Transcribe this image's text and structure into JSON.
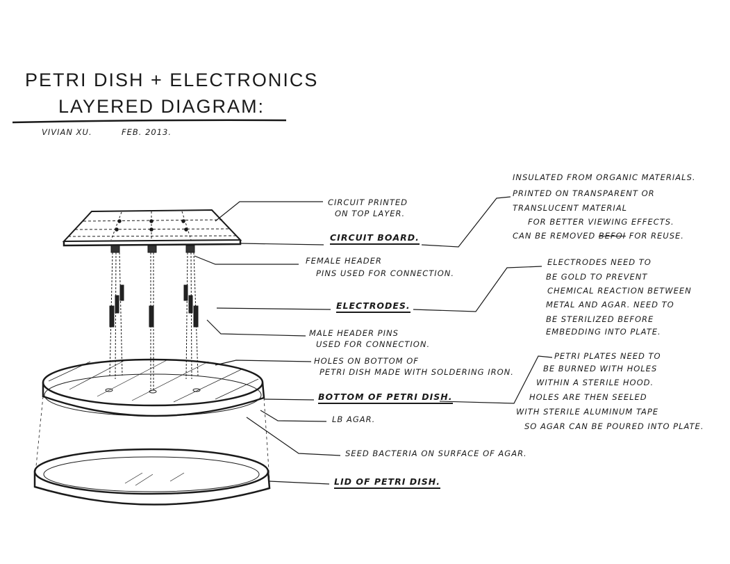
{
  "title": {
    "line1": "PETRI DISH + ELECTRONICS",
    "line2": "LAYERED DIAGRAM:"
  },
  "author": "VIVIAN XU.",
  "date": "FEB. 2013.",
  "labels": {
    "circuit_printed": [
      "CIRCUIT PRINTED",
      "ON TOP LAYER."
    ],
    "circuit_board": "CIRCUIT BOARD.",
    "female_header": [
      "FEMALE HEADER",
      "PINS USED FOR CONNECTION."
    ],
    "electrodes": "ELECTRODES.",
    "male_header": [
      "MALE HEADER PINS",
      "USED FOR CONNECTION."
    ],
    "holes": [
      "HOLES ON BOTTOM OF",
      "PETRI DISH MADE WITH SOLDERING IRON."
    ],
    "bottom_dish": "BOTTOM OF PETRI DISH.",
    "lb_agar": "LB AGAR.",
    "seed_bacteria": "SEED BACTERIA ON SURFACE OF AGAR.",
    "lid": "LID OF PETRI DISH."
  },
  "notes": {
    "circuit": [
      "INSULATED FROM ORGANIC MATERIALS.",
      "PRINTED ON TRANSPARENT OR",
      "TRANSLUCENT MATERIAL",
      "FOR BETTER VIEWING EFFECTS.",
      "CAN BE REMOVED",
      "BEFOI",
      "FOR REUSE."
    ],
    "electrodes": [
      "ELECTRODES NEED TO",
      "BE GOLD TO PREVENT",
      "CHEMICAL REACTION BETWEEN",
      "METAL AND AGAR. NEED TO",
      "BE STERILIZED BEFORE",
      "EMBEDDING INTO PLATE."
    ],
    "petri": [
      "PETRI PLATES NEED TO",
      "BE BURNED WITH HOLES",
      "WITHIN A STERILE HOOD.",
      "HOLES ARE THEN SEELED",
      "WITH STERILE ALUMINUM TAPE",
      "SO AGAR CAN BE POURED INTO PLATE."
    ]
  }
}
